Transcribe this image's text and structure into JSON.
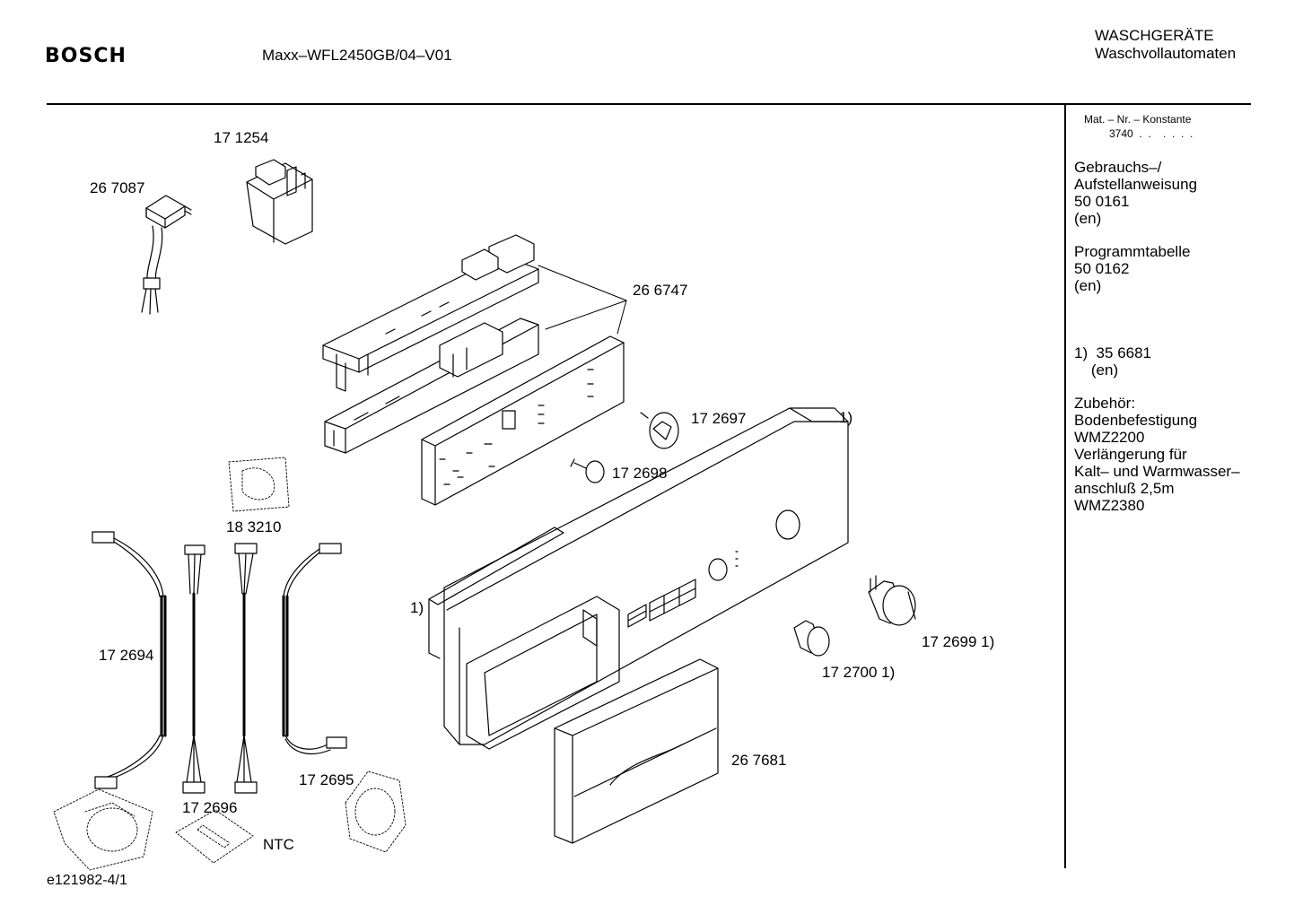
{
  "header": {
    "brand": "BOSCH",
    "model": "Maxx–WFL2450GB/04–V01",
    "category_line1": "WASCHGERÄTE",
    "category_line2": "Waschvollautomaten"
  },
  "sidebar": {
    "mat_label": "Mat. – Nr. – Konstante",
    "mat_value": "3740  .  .    .  .  .  .",
    "blocks": [
      {
        "lines": [
          "Gebrauchs–/",
          "Aufstellanweisung",
          "50 0161",
          "(en)"
        ]
      },
      {
        "lines": [
          "Programmtabelle",
          "50 0162",
          "(en)"
        ]
      },
      {
        "lines": [
          "1)  35 6681",
          "    (en)"
        ]
      },
      {
        "lines": [
          "Zubehör:",
          "Bodenbefestigung",
          "WMZ2200",
          "Verlängerung für",
          "Kalt– und Warmwasser–",
          "anschluß 2,5m",
          "WMZ2380"
        ]
      }
    ]
  },
  "parts": {
    "p171254": "17 1254",
    "p267087": "26 7087",
    "p266747": "26 6747",
    "p172697": "17 2697",
    "p172698": "17 2698",
    "p183210": "18 3210",
    "note1_panel": "1)",
    "note1_seal": "1)",
    "p172694": "17 2694",
    "p172695": "17 2695",
    "p172696": "17 2696",
    "p172699": "17 2699 1)",
    "p172700": "17 2700 1)",
    "p267681": "26 7681",
    "ntc": "NTC"
  },
  "footer": {
    "drawing_id": "e121982-4/1"
  }
}
